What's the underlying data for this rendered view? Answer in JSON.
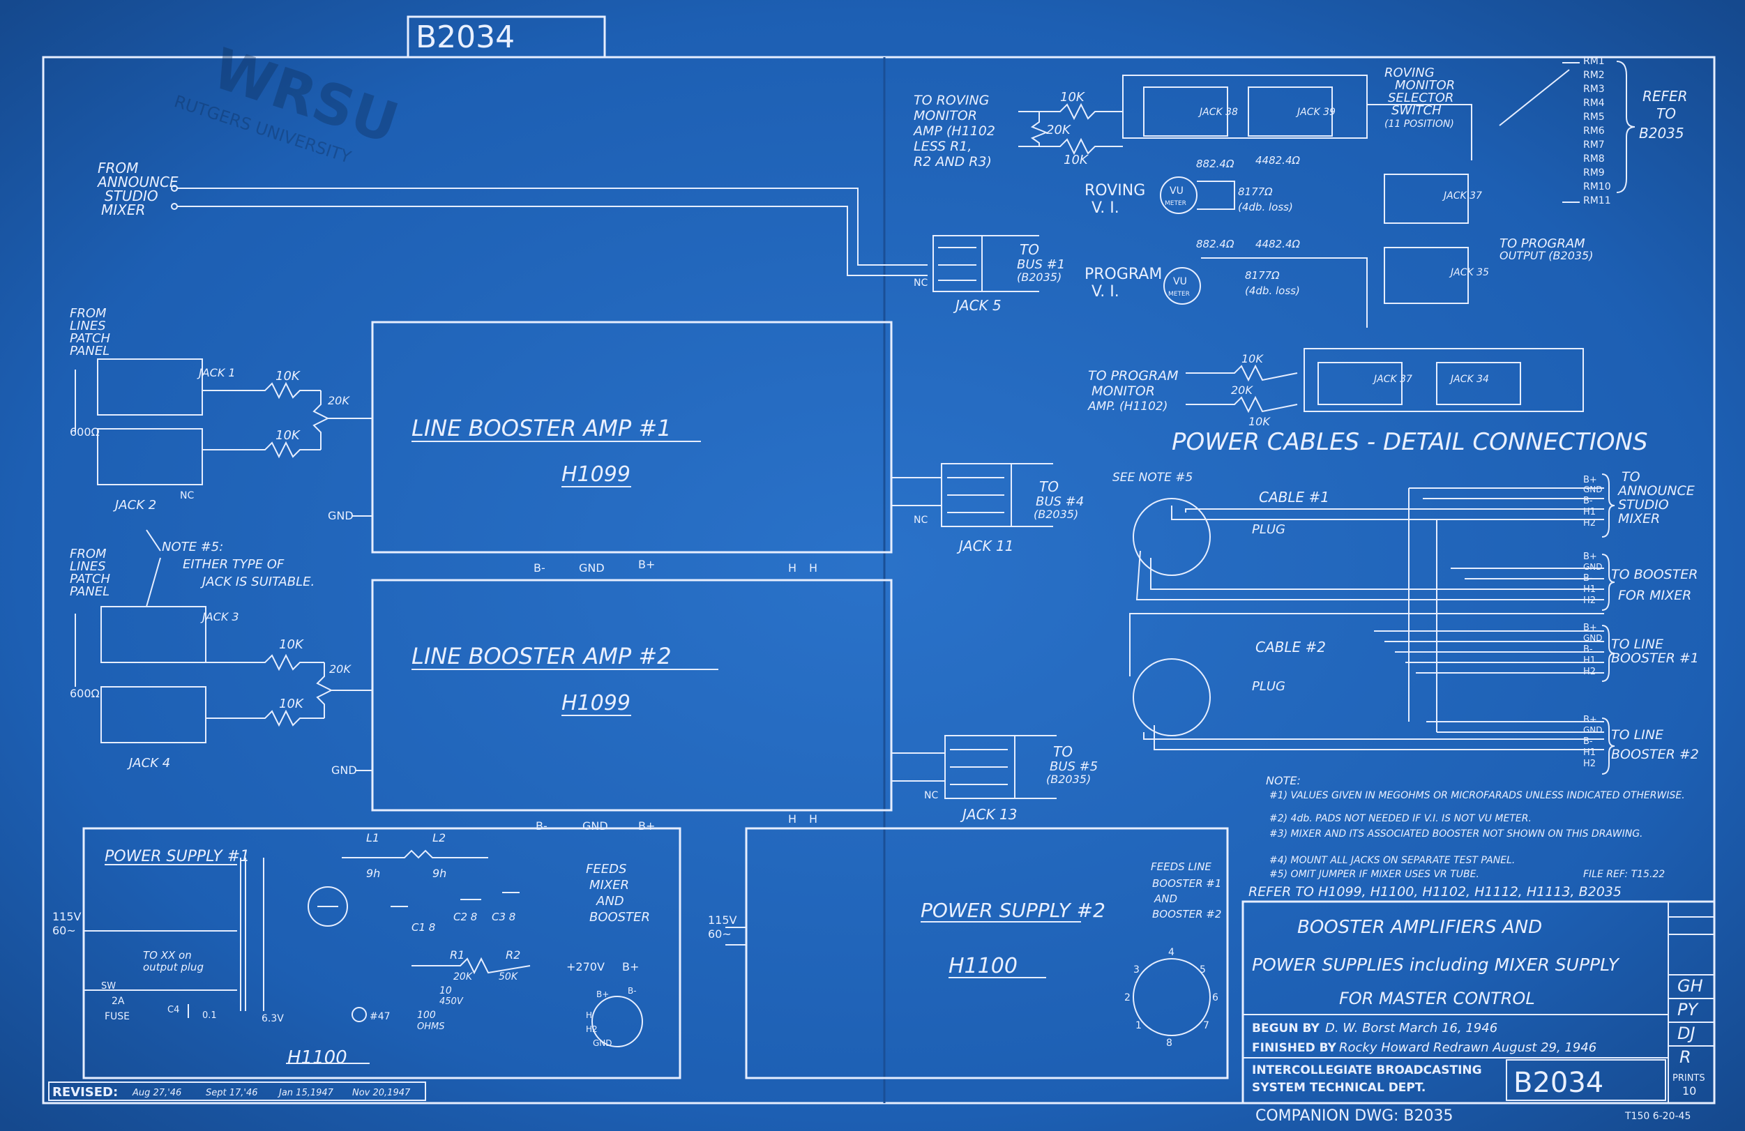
{
  "sheet": {
    "tab_number": "B2034",
    "stamp": "WRSU",
    "stamp_sub": "RUTGERS UNIVERSITY",
    "revised_label": "REVISED:",
    "revisions": [
      "Aug 27,'46",
      "Sept 17,'46",
      "Jan 15,1947",
      "Nov 20,1947"
    ],
    "companion": "COMPANION DWG: B2035",
    "corner_code": "T150 6-20-45",
    "bg_color": "#1d5fb3",
    "line_color": "#e6eeff"
  },
  "left_inputs": {
    "announce": [
      "FROM",
      "ANNOUNCE",
      "STUDIO",
      "MIXER"
    ],
    "lines_patch_1": [
      "FROM",
      "LINES",
      "PATCH",
      "PANEL"
    ],
    "lines_patch_2": [
      "FROM",
      "LINES",
      "PATCH",
      "PANEL"
    ],
    "ohm_1": "600Ω",
    "ohm_2": "600Ω",
    "jack1": "JACK 1",
    "jack2": "JACK 2",
    "jack3": "JACK 3",
    "jack4": "JACK 4",
    "nc": "NC",
    "r10k": "10K",
    "r20k": "20K",
    "note5": [
      "NOTE #5:",
      "EITHER TYPE OF",
      "JACK IS SUITABLE."
    ]
  },
  "amp1": {
    "title": "LINE BOOSTER AMP #1",
    "model": "H1099",
    "gnd": "GND",
    "pins": [
      "B-",
      "GND",
      "B+",
      "H",
      "H"
    ]
  },
  "amp2": {
    "title": "LINE BOOSTER AMP #2",
    "model": "H1099",
    "gnd": "GND",
    "pins": [
      "B-",
      "GND",
      "B+",
      "H",
      "H"
    ]
  },
  "jacks_mid": {
    "jack5": "JACK 5",
    "jack11": "JACK 11",
    "jack13": "JACK 13",
    "bus1": [
      "TO",
      "BUS #1",
      "(B2035)"
    ],
    "bus4": [
      "TO",
      "BUS #4",
      "(B2035)"
    ],
    "bus5": [
      "TO",
      "BUS #5",
      "(B2035)"
    ],
    "nc": "NC"
  },
  "monitor": {
    "roving_amp": [
      "TO ROVING",
      "MONITOR",
      "AMP (H1102",
      "LESS R1,",
      "R2 AND R3)"
    ],
    "r10k": "10K",
    "r20k": "20K",
    "r10k_b": "10K",
    "jack38": "JACK 38",
    "jack39": "JACK 39",
    "jack37": "JACK 37",
    "jack35": "JACK 35",
    "jack34": "JACK 34",
    "selector": [
      "ROVING",
      "MONITOR",
      "SELECTOR",
      "SWITCH",
      "(11 POSITION)"
    ],
    "rm_list": [
      "RM1",
      "RM2",
      "RM3",
      "RM4",
      "RM5",
      "RM6",
      "RM7",
      "RM8",
      "RM9",
      "RM10",
      "RM11"
    ],
    "refer": [
      "REFER",
      "TO",
      "B2035"
    ],
    "roving_vi": [
      "ROVING",
      "V. I."
    ],
    "program_vi": [
      "PROGRAM",
      "V. I."
    ],
    "vu": [
      "VU",
      "METER"
    ],
    "pad_values": [
      "882.4Ω",
      "4482.4Ω",
      "8177Ω",
      "(4db. loss)"
    ],
    "to_program": [
      "TO PROGRAM",
      "OUTPUT (B2035)"
    ],
    "program_monitor": [
      "TO PROGRAM",
      "MONITOR",
      "AMP. (H1102)"
    ]
  },
  "power_cables": {
    "title": "POWER CABLES - DETAIL CONNECTIONS",
    "see_note": "SEE NOTE #5",
    "cable1": "CABLE #1",
    "cable2": "CABLE #2",
    "plug": "PLUG",
    "pins": [
      "B+",
      "GND",
      "B-",
      "H1",
      "H2"
    ],
    "targets": [
      [
        "TO",
        "ANNOUNCE",
        "STUDIO",
        "MIXER"
      ],
      [
        "TO BOOSTER",
        "FOR MIXER"
      ],
      [
        "TO LINE",
        "BOOSTER #1"
      ],
      [
        "TO LINE",
        "BOOSTER #2"
      ]
    ]
  },
  "notes": {
    "heading": "NOTE:",
    "items": [
      "#1) VALUES GIVEN IN MEGOHMS OR MICROFARADS UNLESS INDICATED OTHERWISE.",
      "#2) 4db. PADS NOT NEEDED IF V.I. IS NOT VU METER.",
      "#3) MIXER AND ITS ASSOCIATED BOOSTER NOT SHOWN ON THIS DRAWING.",
      "#4) MOUNT ALL JACKS ON SEPARATE TEST PANEL.",
      "#5) OMIT JUMPER IF MIXER USES VR TUBE."
    ],
    "file_ref": "FILE REF: T15.22",
    "refer_to": "REFER TO H1099, H1100, H1102, H1112, H1113, B2035"
  },
  "ps1": {
    "title": "POWER SUPPLY #1",
    "model": "H1100",
    "v115": [
      "115V",
      "60~"
    ],
    "fuse": [
      "SW",
      "2A",
      "FUSE"
    ],
    "to_xx": [
      "TO XX on",
      "output plug"
    ],
    "c4": "C4",
    "c01": "0.1",
    "l1": "L1",
    "l2": "L2",
    "h9a": "9h",
    "h9b": "9h",
    "caps": [
      "C1 8",
      "C2 8",
      "C3 8"
    ],
    "r1": "R1",
    "r2": "R2",
    "r20k": "20K",
    "r50k": "50K",
    "c10": [
      "10",
      "450V"
    ],
    "r100": [
      "100",
      "OHMS"
    ],
    "v63": "6.3V",
    "lamp": "#47",
    "out": "+270V",
    "bplus": "B+",
    "feeds": [
      "FEEDS",
      "MIXER",
      "AND",
      "BOOSTER"
    ],
    "socket_pins": [
      "B+",
      "H",
      "B-",
      "H2",
      "GND"
    ]
  },
  "ps2": {
    "title": "POWER SUPPLY #2",
    "model": "H1100",
    "v115": [
      "115V",
      "60~"
    ],
    "feeds": [
      "FEEDS LINE",
      "BOOSTER #1",
      "AND",
      "BOOSTER #2"
    ],
    "socket_pins": [
      "1",
      "2",
      "3",
      "4",
      "5",
      "6",
      "7",
      "8"
    ]
  },
  "title_block": {
    "line1": "BOOSTER AMPLIFIERS AND",
    "line2": "POWER SUPPLIES including MIXER SUPPLY",
    "line3": "FOR MASTER CONTROL",
    "begun_label": "BEGUN BY",
    "begun_value": "D. W. Borst   March 16, 1946",
    "finished_label": "FINISHED BY",
    "finished_value": "Rocky Howard  Redrawn  August 29, 1946",
    "org1": "INTERCOLLEGIATE BROADCASTING",
    "org2": "SYSTEM     TECHNICAL DEPT.",
    "number": "B2034",
    "prints_label": "PRINTS",
    "prints_value": "10",
    "initials": [
      "GH",
      "PY",
      "DJ",
      "R"
    ]
  }
}
